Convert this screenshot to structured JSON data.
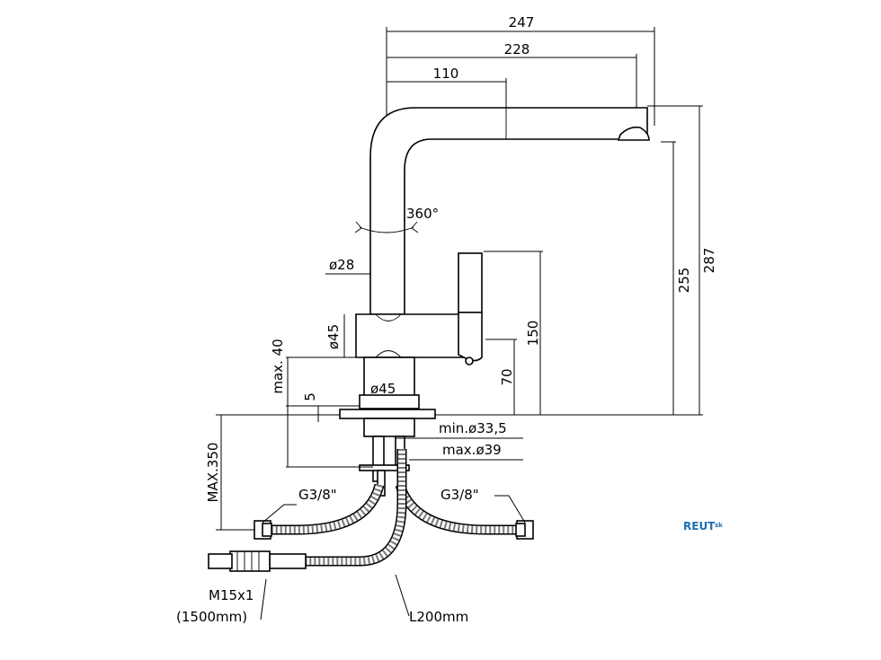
{
  "dimensions": {
    "width_overall": "247",
    "width_228": "228",
    "spout_110": "110",
    "height_287": "287",
    "height_255": "255",
    "height_150": "150",
    "height_70": "70",
    "rotation": "360°",
    "spout_diameter": "ø28",
    "body_diameter": "ø45",
    "base_diameter": "ø45",
    "max_40": "max. 40",
    "gap_5": "5",
    "min_hole": "min.ø33,5",
    "max_hole": "max.ø39",
    "max_350": "MAX.350"
  },
  "labels": {
    "thread_left": "G3/8\"",
    "thread_right": "G3/8\"",
    "hose_thread": "M15x1",
    "hose_length": "(1500mm)",
    "hose_l200": "L200mm"
  },
  "brand": {
    "name": "REUT",
    "suffix": "sk",
    "color": "#1f6fb5"
  }
}
